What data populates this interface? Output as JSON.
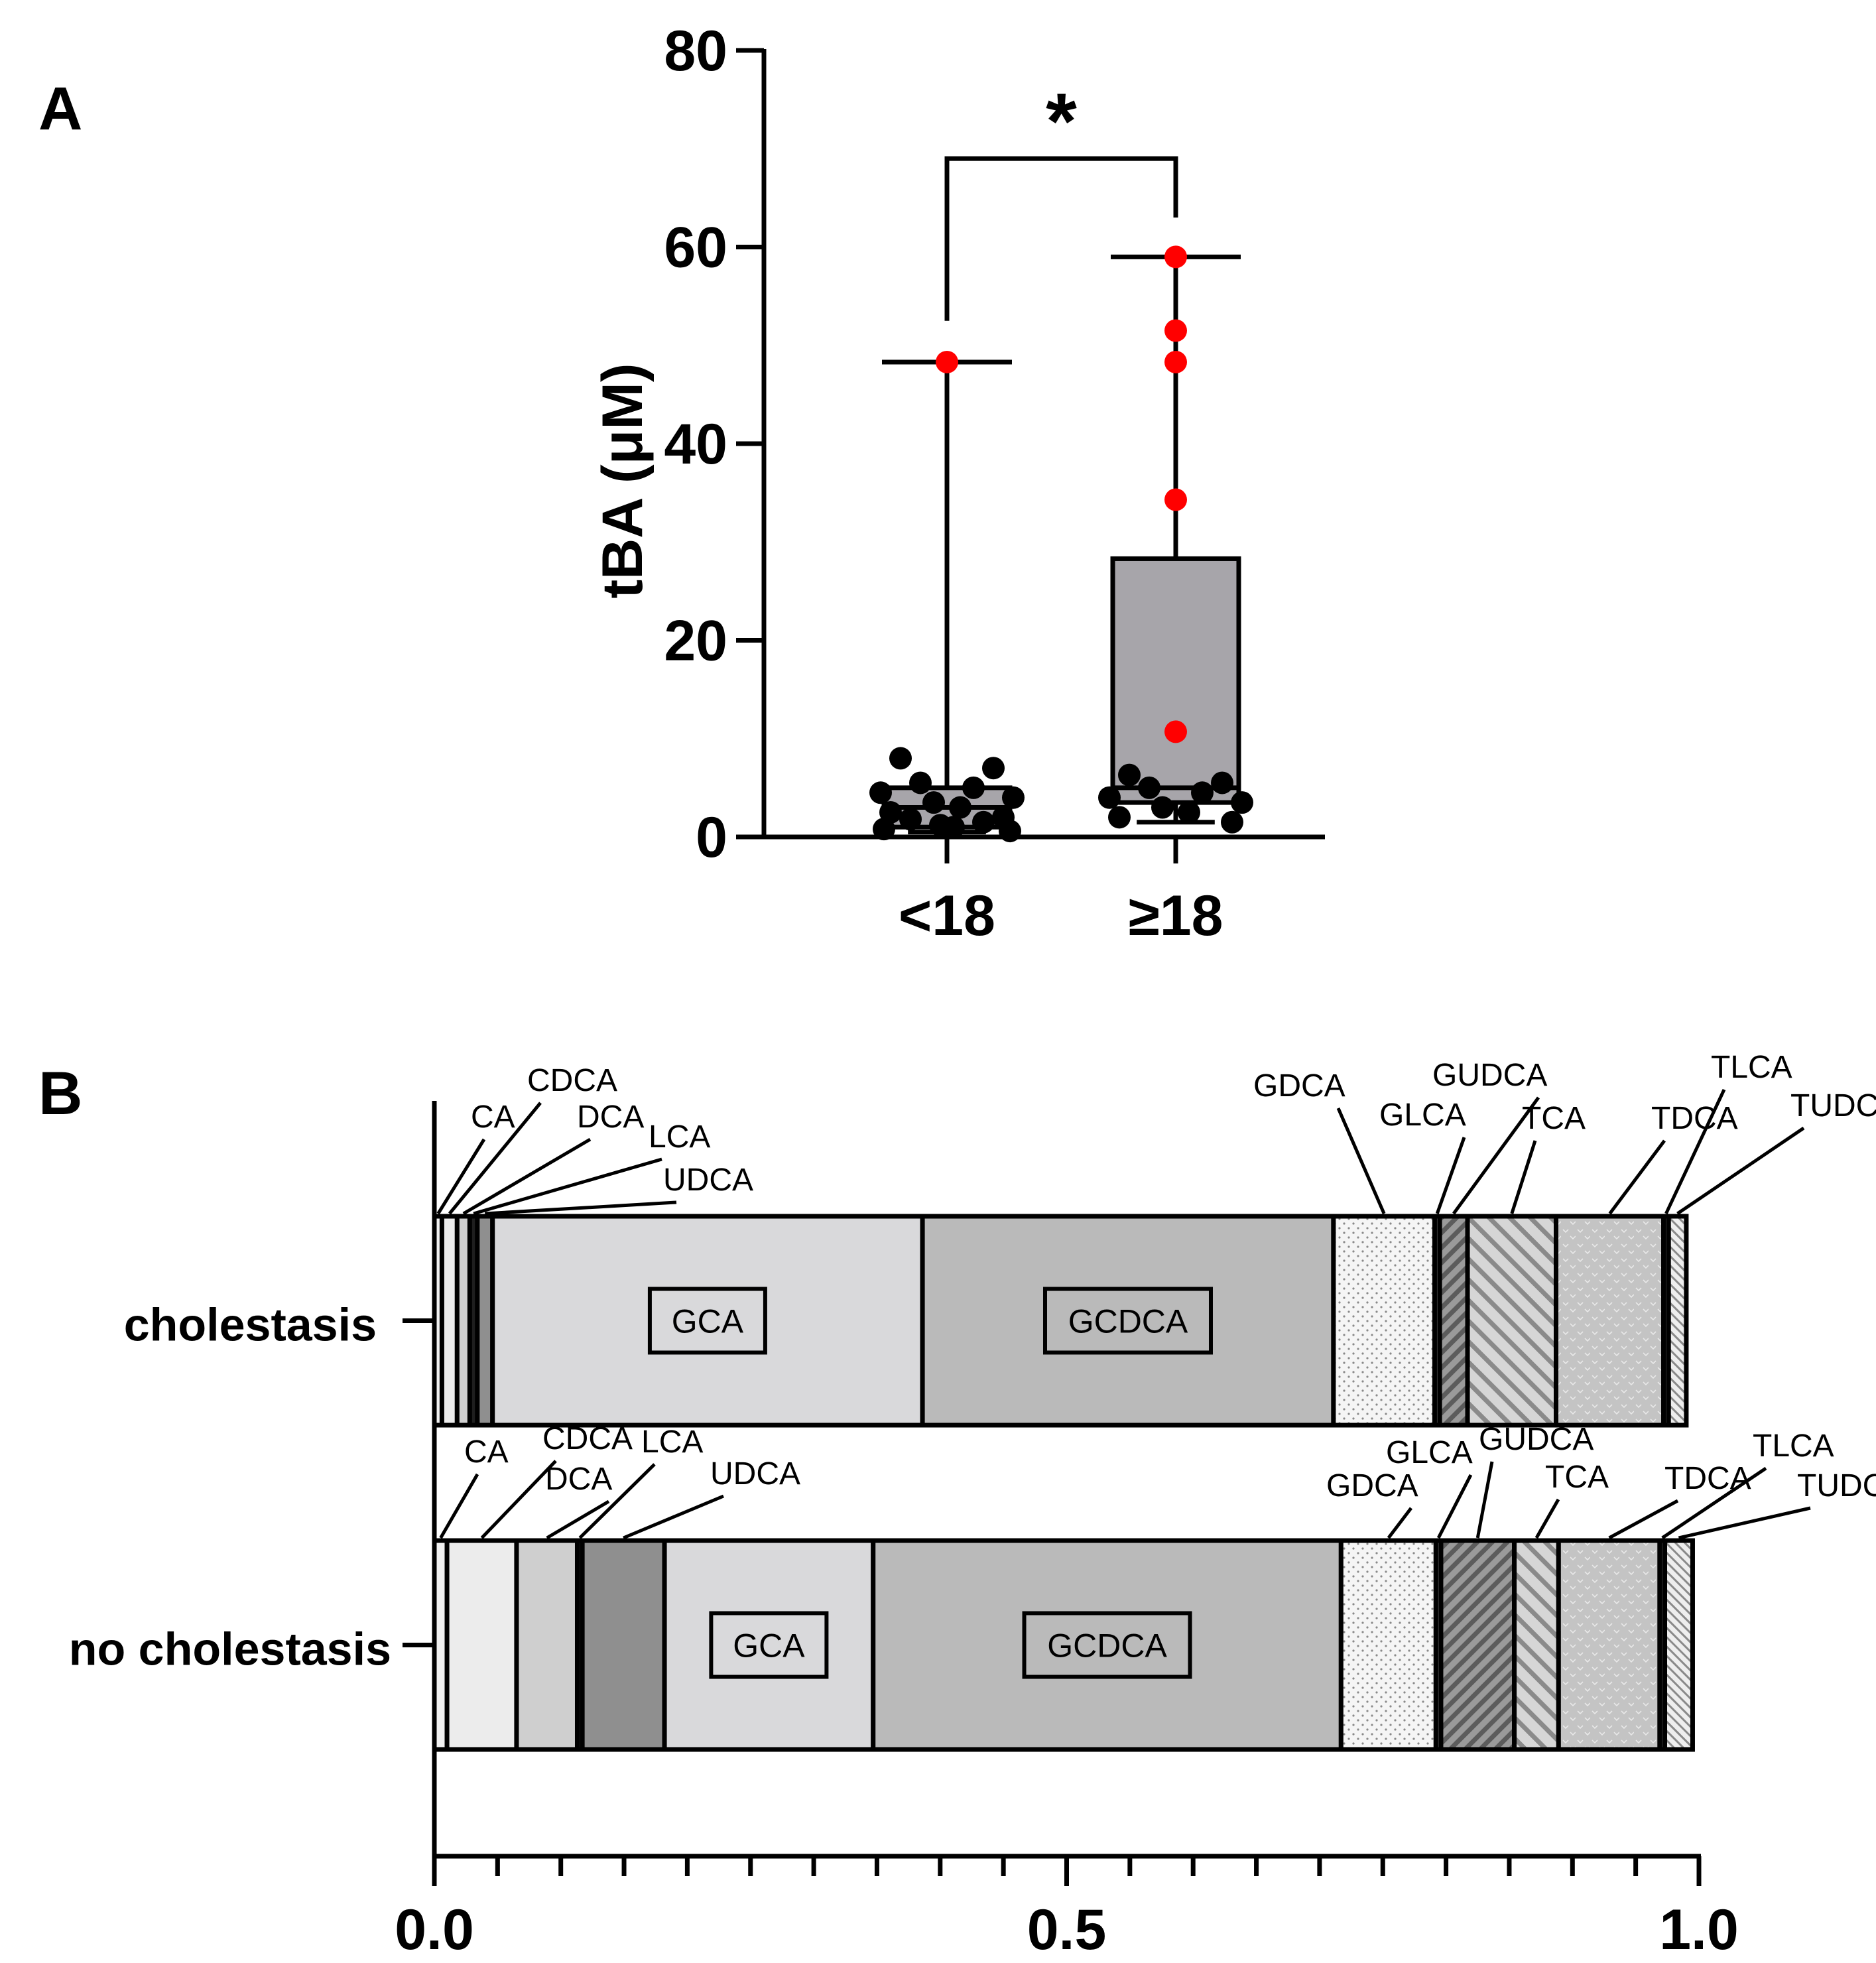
{
  "chart_data": [
    {
      "type": "box",
      "panel_label": "A",
      "ylabel": "tBA (μM)",
      "xlabel": "",
      "ylim": [
        0,
        80
      ],
      "yticks": [
        "0",
        "20",
        "40",
        "60",
        "80"
      ],
      "categories": [
        "<18",
        "≥18"
      ],
      "boxes": [
        {
          "category": "<18",
          "min": 0.5,
          "q1": 1.0,
          "median": 3.0,
          "q3": 5.0,
          "max": 48.3
        },
        {
          "category": "≥18",
          "min": 1.5,
          "q1": 3.5,
          "median": 5.0,
          "q3": 28.3,
          "max": 59.0
        }
      ],
      "points": [
        {
          "category": "<18",
          "y": 48.3,
          "color": "red"
        },
        {
          "category": "<18",
          "y": 8.0,
          "color": "black"
        },
        {
          "category": "<18",
          "y": 7.0,
          "color": "black"
        },
        {
          "category": "<18",
          "y": 5.5,
          "color": "black"
        },
        {
          "category": "<18",
          "y": 5.0,
          "color": "black"
        },
        {
          "category": "<18",
          "y": 4.5,
          "color": "black"
        },
        {
          "category": "<18",
          "y": 4.0,
          "color": "black"
        },
        {
          "category": "<18",
          "y": 3.5,
          "color": "black"
        },
        {
          "category": "<18",
          "y": 3.0,
          "color": "black"
        },
        {
          "category": "<18",
          "y": 2.5,
          "color": "black"
        },
        {
          "category": "<18",
          "y": 2.0,
          "color": "black"
        },
        {
          "category": "<18",
          "y": 1.8,
          "color": "black"
        },
        {
          "category": "<18",
          "y": 1.5,
          "color": "black"
        },
        {
          "category": "<18",
          "y": 1.2,
          "color": "black"
        },
        {
          "category": "<18",
          "y": 1.0,
          "color": "black"
        },
        {
          "category": "<18",
          "y": 0.8,
          "color": "black"
        },
        {
          "category": "<18",
          "y": 0.6,
          "color": "black"
        },
        {
          "category": "≥18",
          "y": 59.0,
          "color": "red"
        },
        {
          "category": "≥18",
          "y": 51.5,
          "color": "red"
        },
        {
          "category": "≥18",
          "y": 48.3,
          "color": "red"
        },
        {
          "category": "≥18",
          "y": 34.3,
          "color": "red"
        },
        {
          "category": "≥18",
          "y": 10.7,
          "color": "red"
        },
        {
          "category": "≥18",
          "y": 6.3,
          "color": "black"
        },
        {
          "category": "≥18",
          "y": 5.5,
          "color": "black"
        },
        {
          "category": "≥18",
          "y": 5.0,
          "color": "black"
        },
        {
          "category": "≥18",
          "y": 4.5,
          "color": "black"
        },
        {
          "category": "≥18",
          "y": 4.0,
          "color": "black"
        },
        {
          "category": "≥18",
          "y": 3.5,
          "color": "black"
        },
        {
          "category": "≥18",
          "y": 3.0,
          "color": "black"
        },
        {
          "category": "≥18",
          "y": 2.5,
          "color": "black"
        },
        {
          "category": "≥18",
          "y": 2.0,
          "color": "black"
        },
        {
          "category": "≥18",
          "y": 1.5,
          "color": "black"
        }
      ],
      "significance": {
        "between": [
          "<18",
          "≥18"
        ],
        "label": "*",
        "y": 69
      }
    },
    {
      "type": "stacked-bar-horizontal",
      "panel_label": "B",
      "xlim": [
        0,
        1
      ],
      "xticks": [
        "0.0",
        "0.5",
        "1.0"
      ],
      "categories": [
        "cholestasis",
        "no cholestasis"
      ],
      "series": [
        {
          "name": "CA",
          "values": [
            0.006,
            0.01
          ]
        },
        {
          "name": "CDCA",
          "values": [
            0.012,
            0.055
          ]
        },
        {
          "name": "DCA",
          "values": [
            0.01,
            0.048
          ]
        },
        {
          "name": "LCA",
          "values": [
            0.006,
            0.004
          ]
        },
        {
          "name": "UDCA",
          "values": [
            0.012,
            0.065
          ]
        },
        {
          "name": "GCA",
          "values": [
            0.34,
            0.165
          ]
        },
        {
          "name": "GCDCA",
          "values": [
            0.325,
            0.37
          ]
        },
        {
          "name": "GDCA",
          "values": [
            0.08,
            0.075
          ]
        },
        {
          "name": "GLCA",
          "values": [
            0.004,
            0.004
          ]
        },
        {
          "name": "GUDCA",
          "values": [
            0.022,
            0.058
          ]
        },
        {
          "name": "TCA",
          "values": [
            0.07,
            0.035
          ]
        },
        {
          "name": "TDCA",
          "values": [
            0.085,
            0.08
          ]
        },
        {
          "name": "TLCA",
          "values": [
            0.004,
            0.004
          ]
        },
        {
          "name": "TUDCA",
          "values": [
            0.014,
            0.022
          ]
        }
      ],
      "boxed_labels": [
        "GCA",
        "GCDCA"
      ],
      "grid": false,
      "legend": "none"
    }
  ],
  "colors": {
    "box_fill": "#a7a5aa",
    "point_black": "#000000",
    "point_red": "#ff0000",
    "CA": "#f0f0f0",
    "CDCA": "#ececec",
    "DCA": "#cfcfcf",
    "LCA": "#1e1e1e",
    "UDCA": "#8f8f8f",
    "GCA": "#d9d9db",
    "GCDCA": "#bababa",
    "GDCA": "#f4f4f4",
    "GLCA": "#666666",
    "GUDCA": "#a0a0a0",
    "TCA": "#d0d0d0",
    "TDCA": "#c8c8c8",
    "TLCA": "#555555",
    "TUDCA": "#e0e0e0"
  }
}
